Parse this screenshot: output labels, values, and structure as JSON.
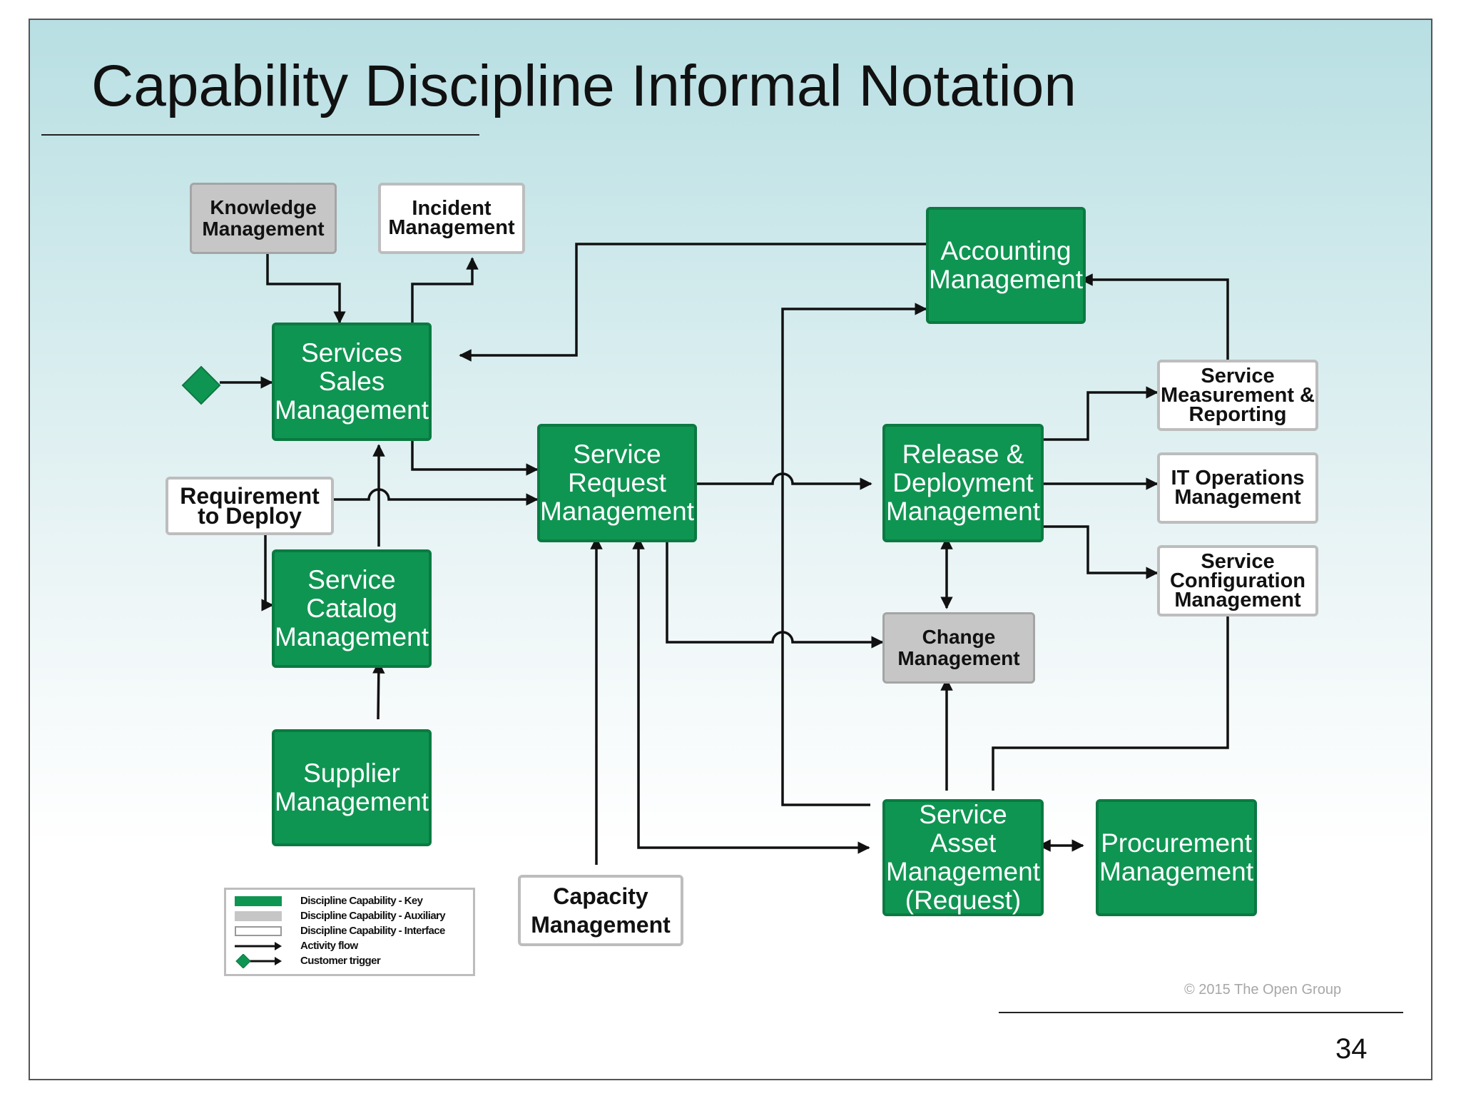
{
  "slide": {
    "title": "Capability Discipline Informal Notation",
    "copyright": "© 2015 The Open Group",
    "page_number": "34"
  },
  "nodes": {
    "knowledge_management": {
      "label": "Knowledge\nManagement",
      "category": "auxiliary"
    },
    "incident_management": {
      "label": "Incident\nManagement",
      "category": "interface"
    },
    "accounting_management": {
      "label": "Accounting\nManagement",
      "category": "key"
    },
    "services_sales_management": {
      "label": "Services\nSales\nManagement",
      "category": "key"
    },
    "service_measurement_reporting": {
      "label": "Service\nMeasurement &\nReporting",
      "category": "interface"
    },
    "requirement_to_deploy": {
      "label": "Requirement\nto Deploy",
      "category": "interface"
    },
    "service_request_management": {
      "label": "Service\nRequest\nManagement",
      "category": "key"
    },
    "release_deployment_management": {
      "label": "Release &\nDeployment\nManagement",
      "category": "key"
    },
    "it_operations_management": {
      "label": "IT Operations\nManagement",
      "category": "interface"
    },
    "service_configuration_management": {
      "label": "Service\nConfiguration\nManagement",
      "category": "interface"
    },
    "service_catalog_management": {
      "label": "Service\nCatalog\nManagement",
      "category": "key"
    },
    "change_management": {
      "label": "Change\nManagement",
      "category": "auxiliary"
    },
    "supplier_management": {
      "label": "Supplier\nManagement",
      "category": "key"
    },
    "service_asset_management": {
      "label": "Service Asset\nManagement\n(Request)",
      "category": "key"
    },
    "procurement_management": {
      "label": "Procurement\nManagement",
      "category": "key"
    },
    "capacity_management": {
      "label": "Capacity\nManagement",
      "category": "interface"
    }
  },
  "flows": [
    {
      "from": "customer_trigger",
      "to": "services_sales_management"
    },
    {
      "from": "knowledge_management",
      "to": "services_sales_management"
    },
    {
      "from": "services_sales_management",
      "to": "incident_management"
    },
    {
      "from": "accounting_management",
      "to": "services_sales_management"
    },
    {
      "from": "services_sales_management",
      "to": "service_request_management"
    },
    {
      "from": "requirement_to_deploy",
      "to": "service_request_management"
    },
    {
      "from": "requirement_to_deploy",
      "to": "service_catalog_management"
    },
    {
      "from": "service_catalog_management",
      "to": "services_sales_management"
    },
    {
      "from": "supplier_management",
      "to": "service_catalog_management"
    },
    {
      "from": "service_request_management",
      "to": "release_deployment_management"
    },
    {
      "from": "service_request_management",
      "to": "change_management"
    },
    {
      "from": "service_request_management",
      "to": "service_asset_management",
      "bidirectional": true
    },
    {
      "from": "capacity_management",
      "to": "service_request_management"
    },
    {
      "from": "service_asset_management",
      "to": "accounting_management"
    },
    {
      "from": "service_asset_management",
      "to": "change_management"
    },
    {
      "from": "service_asset_management",
      "to": "service_configuration_management"
    },
    {
      "from": "service_asset_management",
      "to": "procurement_management",
      "bidirectional": true
    },
    {
      "from": "release_deployment_management",
      "to": "change_management",
      "bidirectional": true
    },
    {
      "from": "release_deployment_management",
      "to": "service_measurement_reporting"
    },
    {
      "from": "release_deployment_management",
      "to": "it_operations_management"
    },
    {
      "from": "release_deployment_management",
      "to": "service_configuration_management"
    },
    {
      "from": "service_measurement_reporting",
      "to": "accounting_management"
    }
  ],
  "legend": {
    "items": [
      {
        "label": "Discipline Capability - Key",
        "symbol": "key-swatch"
      },
      {
        "label": "Discipline Capability - Auxiliary",
        "symbol": "auxiliary-swatch"
      },
      {
        "label": "Discipline Capability - Interface",
        "symbol": "interface-swatch"
      },
      {
        "label": "Activity flow",
        "symbol": "arrow-icon"
      },
      {
        "label": "Customer trigger",
        "symbol": "diamond-arrow-icon"
      }
    ]
  },
  "colors": {
    "key_fill": "#0f9552",
    "key_border": "#0b7a42",
    "auxiliary_fill": "#c6c6c6",
    "interface_fill": "#ffffff",
    "line": "#111111",
    "trigger": "#0f9552"
  }
}
